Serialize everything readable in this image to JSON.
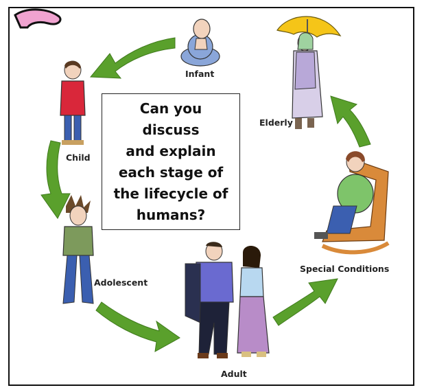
{
  "question": "Can you discuss\nand explain\neach stage of\nthe lifecycle of\nhumans?",
  "stages": {
    "infant": "Infant",
    "elderly": "Elderly",
    "child": "Child",
    "adolescent": "Adolescent",
    "special_conditions": "Special Conditions",
    "adult": "Adult"
  },
  "colors": {
    "arrow": "#5aa02c",
    "frame": "#111111",
    "umbrella": "#f5c518",
    "blanket": "#8aa6d9",
    "shirt_red": "#d9273a",
    "dress_purple": "#b88cc8",
    "chair_brown": "#d98a3a",
    "pregnant_top": "#7ec46a",
    "corner_shape": "#f0a3d0"
  }
}
